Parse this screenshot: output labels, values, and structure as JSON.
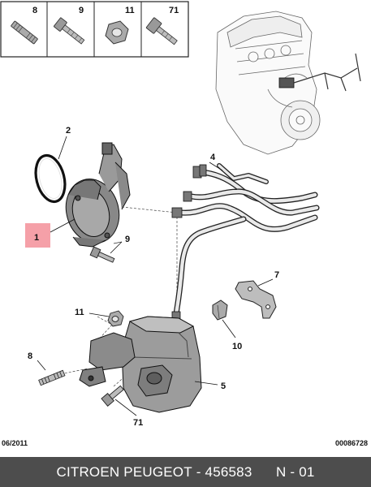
{
  "fastener_box": {
    "labels": [
      "8",
      "9",
      "11",
      "71"
    ]
  },
  "callouts": {
    "c1": "1",
    "c2": "2",
    "c4": "4",
    "c5": "5",
    "c7": "7",
    "c8": "8",
    "c9": "9",
    "c10": "10",
    "c11": "11",
    "c71": "71"
  },
  "highlight_color": "#f5a0a8",
  "date_code": "06/2011",
  "drawing_number": "00086728",
  "footer": {
    "brand": "CITROEN PEUGEOT",
    "separator": " - ",
    "part_number": "456583",
    "position": "N - 01"
  }
}
